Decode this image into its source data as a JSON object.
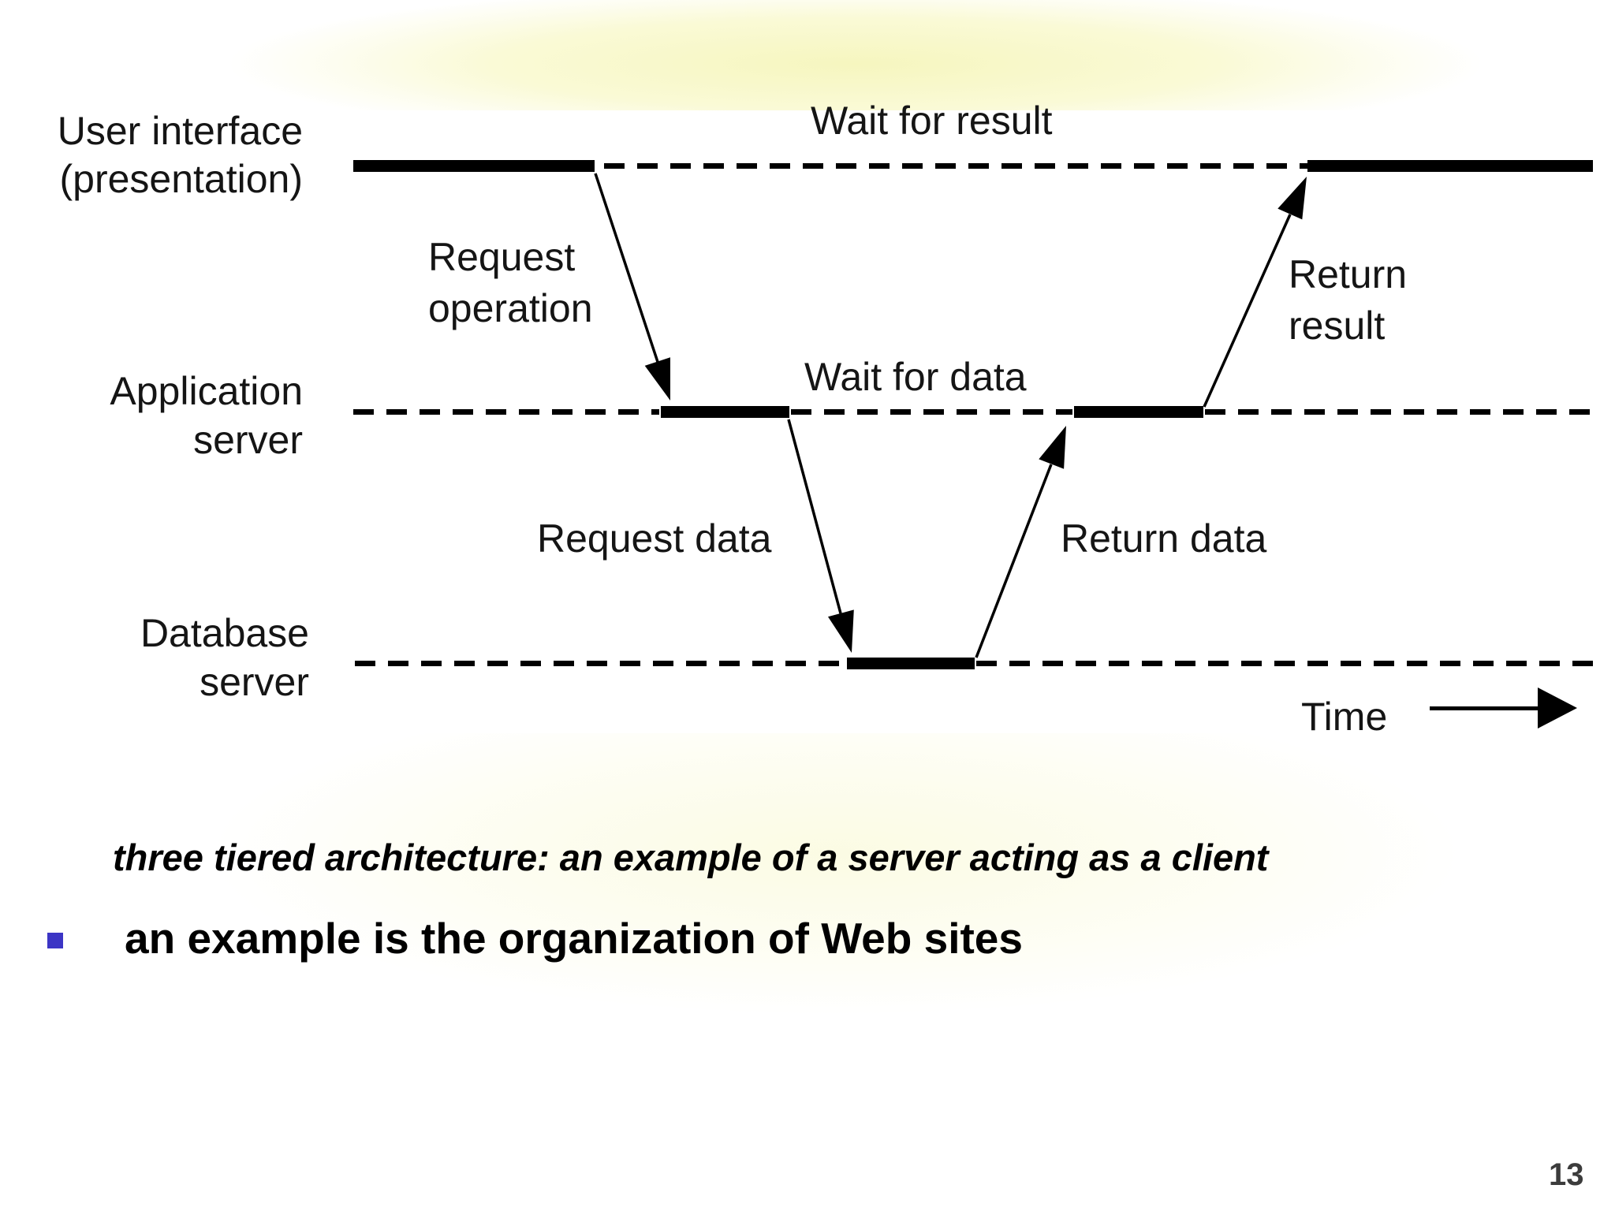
{
  "slide": {
    "caption": "three tiered architecture: an example of a server acting as a client",
    "bullet_text": "an example is the organization of Web sites",
    "bullet_color": "#3c35c5",
    "page_number": "13",
    "accent_band_color": "#f8f8c8"
  },
  "diagram": {
    "tiers": {
      "ui": "User interface\n(presentation)",
      "app": "Application\nserver",
      "db": "Database\nserver"
    },
    "annotations": {
      "wait_for_result": "Wait for result",
      "request_operation": "Request\noperation",
      "wait_for_data": "Wait for data",
      "request_data": "Request data",
      "return_data": "Return data",
      "return_result": "Return\nresult",
      "time": "Time"
    },
    "line_color": "#000000"
  }
}
